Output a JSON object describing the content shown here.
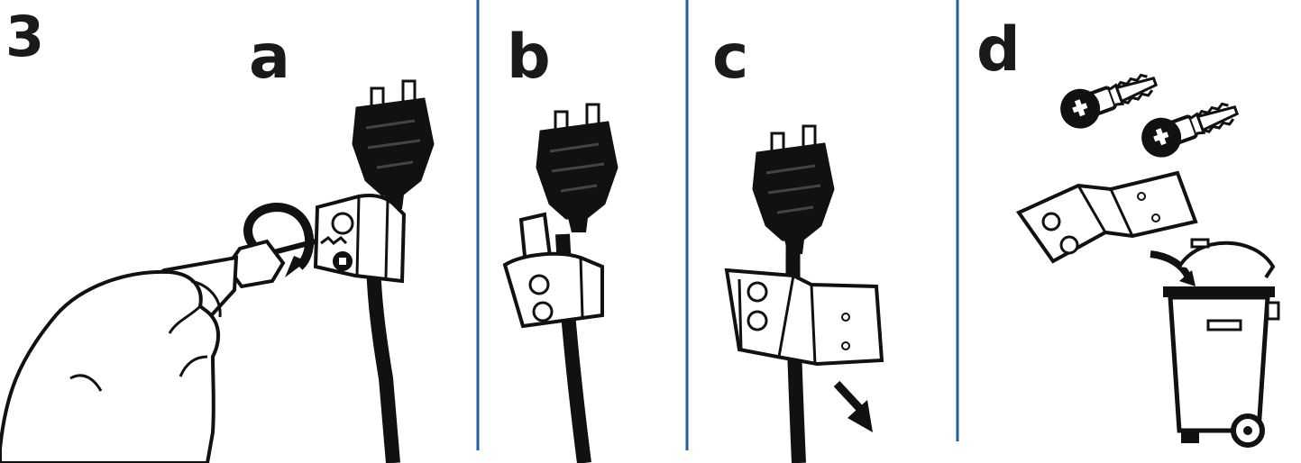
{
  "step_number": "3",
  "panels": [
    {
      "label": "a"
    },
    {
      "label": "b"
    },
    {
      "label": "c"
    },
    {
      "label": "d"
    }
  ],
  "colors": {
    "ink": "#1a1a1a",
    "divider": "#1d5fa0",
    "fill": "#ffffff"
  }
}
